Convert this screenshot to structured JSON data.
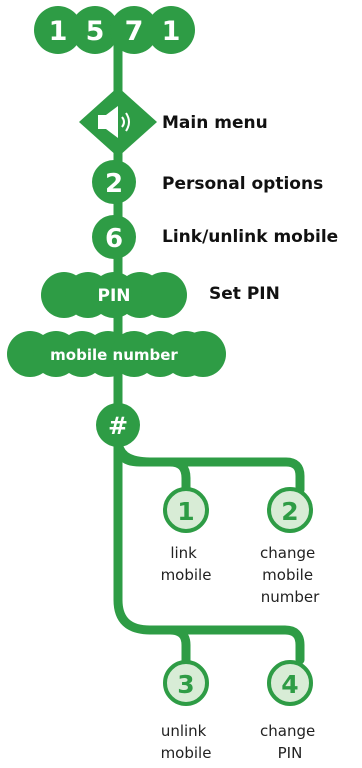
{
  "colors": {
    "primary": "#2e9c45",
    "light": "#d8ecd6",
    "text": "#111111",
    "caption": "#222222",
    "icon": "#ffffff"
  },
  "keypad_sequence": [
    "1",
    "5",
    "7",
    "1"
  ],
  "main_menu": {
    "icon": "speaker-icon",
    "label": "Main menu"
  },
  "steps": [
    {
      "key": "2",
      "label": "Personal options"
    },
    {
      "key": "6",
      "label": "Link/unlink mobile"
    },
    {
      "key": "PIN",
      "label": "Set PIN"
    },
    {
      "key": "mobile number",
      "label": ""
    }
  ],
  "hash_key": "#",
  "options": [
    {
      "key": "1",
      "caption_lines": [
        "link",
        "mobile"
      ]
    },
    {
      "key": "2",
      "caption_lines": [
        "change",
        "mobile",
        "number"
      ]
    },
    {
      "key": "3",
      "caption_lines": [
        "unlink",
        "mobile"
      ]
    },
    {
      "key": "4",
      "caption_lines": [
        "change",
        "PIN"
      ]
    }
  ]
}
